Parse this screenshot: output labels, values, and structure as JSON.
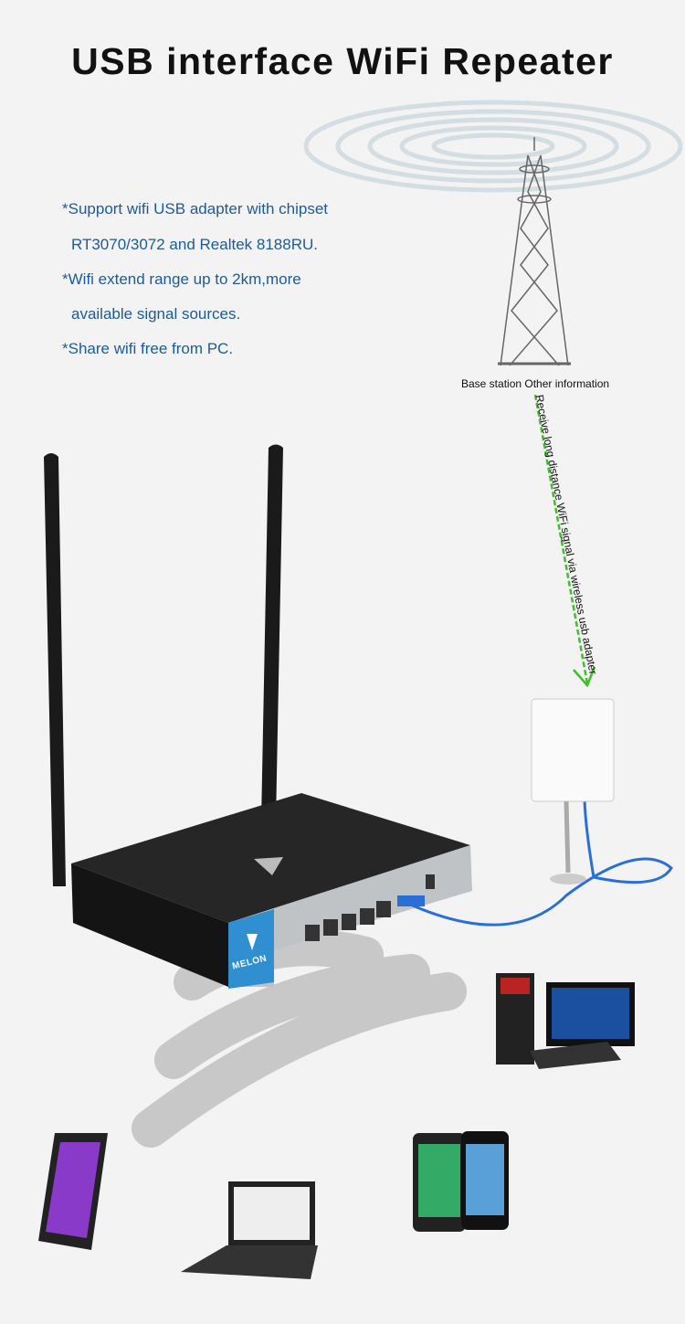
{
  "title": "USB interface WiFi Repeater",
  "features": [
    "*Support wifi USB adapter with chipset",
    "RT3070/3072 and Realtek 8188RU.",
    "*Wifi extend range up to 2km,more",
    "available signal sources.",
    "*Share wifi free from PC."
  ],
  "tower_caption": "Base station Other information",
  "arrow_caption": "Receive long distance WiFi signal via wireless usb adapter",
  "brand_logo": "MELON",
  "colors": {
    "text_blue": "#1e5b96",
    "arrow_green": "#3fbf2a",
    "cable_blue": "#2a6fd6",
    "router_accent": "#2f8fd0"
  }
}
